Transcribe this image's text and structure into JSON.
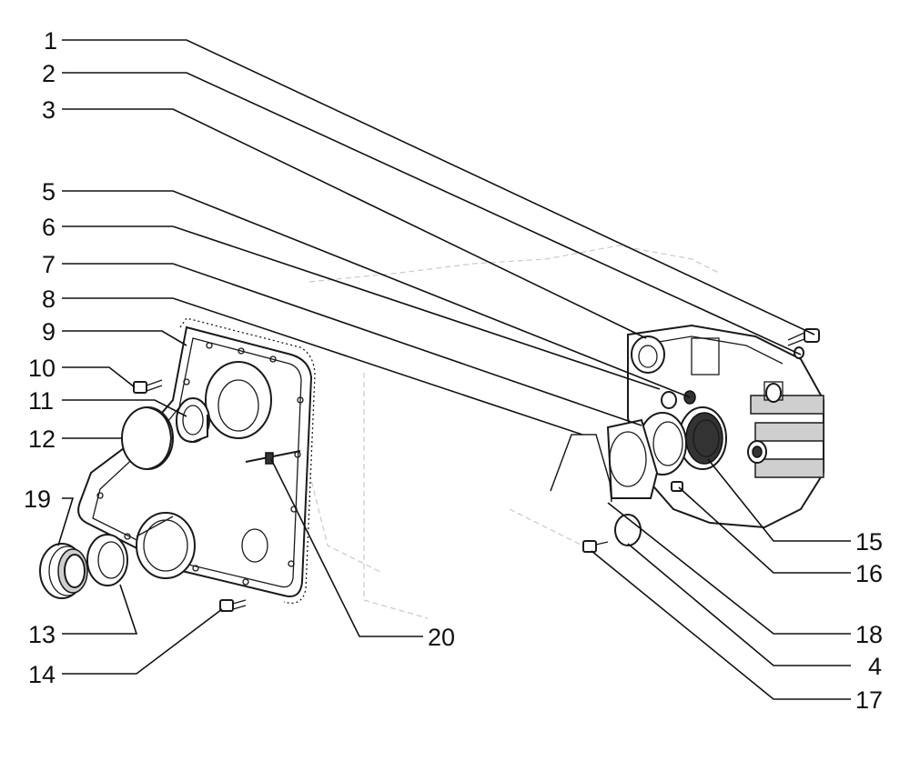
{
  "callouts": {
    "c1": "1",
    "c2": "2",
    "c3": "3",
    "c5": "5",
    "c6": "6",
    "c7": "7",
    "c8": "8",
    "c9": "9",
    "c10": "10",
    "c11": "11",
    "c12": "12",
    "c19": "19",
    "c13": "13",
    "c14": "14",
    "c20": "20",
    "c15": "15",
    "c16": "16",
    "c18": "18",
    "c4": "4",
    "c17": "17"
  }
}
